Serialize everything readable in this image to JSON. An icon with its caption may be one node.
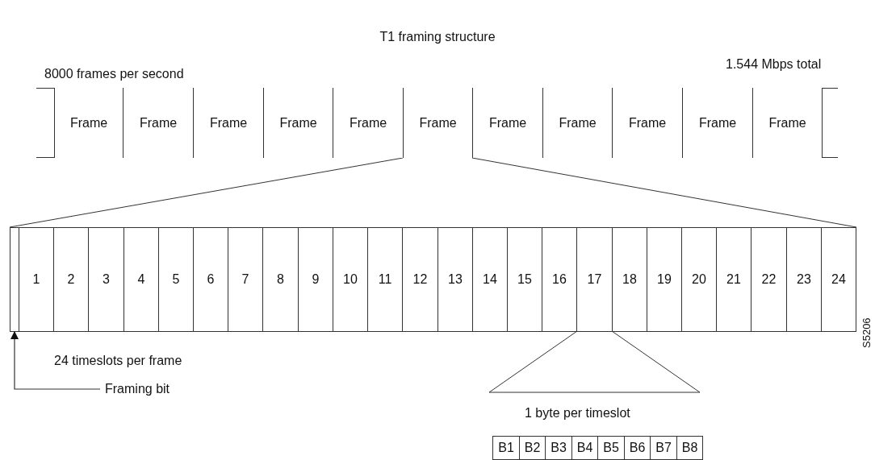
{
  "diagram": {
    "title": "T1 framing structure",
    "nodes": [
      {
        "text": [
          "Frame"
        ]
      },
      {
        "text": [
          "Frame"
        ]
      },
      {
        "text": [
          "Frame"
        ]
      },
      {
        "text": [
          "Frame"
        ]
      },
      {
        "text": [
          "Frame"
        ]
      },
      {
        "text": [
          "Frame"
        ]
      },
      {
        "text": [
          "Frame"
        ]
      },
      {
        "text": [
          "Frame"
        ]
      },
      {
        "text": [
          "Frame"
        ]
      },
      {
        "text": [
          "Frame"
        ]
      },
      {
        "text": [
          "Frame"
        ]
      },
      {
        "text": [],
        "shape": "box"
      },
      {
        "text": [
          "1"
        ]
      },
      {
        "text": [
          "2"
        ]
      },
      {
        "text": [
          "3"
        ]
      },
      {
        "text": [
          "4"
        ]
      },
      {
        "text": [
          "5"
        ]
      },
      {
        "text": [
          "6"
        ]
      },
      {
        "text": [
          "7"
        ]
      },
      {
        "text": [
          "8"
        ]
      },
      {
        "text": [
          "9"
        ]
      },
      {
        "text": [
          "10"
        ]
      },
      {
        "text": [
          "11"
        ]
      },
      {
        "text": [
          "12"
        ]
      },
      {
        "text": [
          "13"
        ]
      },
      {
        "text": [
          "14"
        ]
      },
      {
        "text": [
          "15"
        ]
      },
      {
        "text": [
          "16"
        ]
      },
      {
        "text": [
          "17"
        ]
      },
      {
        "text": [
          "18"
        ]
      },
      {
        "text": [
          "19"
        ]
      },
      {
        "text": [
          "20"
        ]
      },
      {
        "text": [
          "21"
        ]
      },
      {
        "text": [
          "22"
        ]
      },
      {
        "text": [
          "23"
        ]
      },
      {
        "text": [
          "24"
        ]
      },
      {
        "text": [
          "B1"
        ]
      },
      {
        "text": [
          "B2"
        ]
      },
      {
        "text": [
          "B3"
        ]
      },
      {
        "text": [
          "B4"
        ]
      },
      {
        "text": [
          "B5"
        ]
      },
      {
        "text": [
          "B6"
        ]
      },
      {
        "text": [
          "B7"
        ]
      },
      {
        "text": [
          "B8"
        ]
      },
      {
        "text": [
          "Framing bit"
        ]
      }
    ],
    "edges": [
      {
        "from": 44,
        "to": 11,
        "arrow": "to"
      },
      {
        "from": 5,
        "to": 11,
        "arrow": "none"
      },
      {
        "from": 5,
        "to": 35,
        "arrow": "none"
      }
    ],
    "labels": [
      "8000 frames per second",
      "1.544 Mbps total",
      "24 timeslots per frame",
      "1 byte per timeslot",
      "S5206"
    ]
  }
}
